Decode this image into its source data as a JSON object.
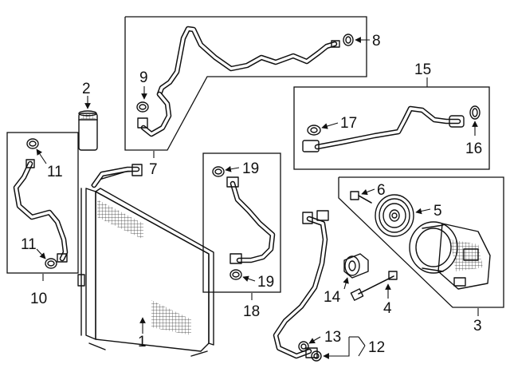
{
  "callouts": [
    {
      "id": "1",
      "label": "1"
    },
    {
      "id": "2",
      "label": "2"
    },
    {
      "id": "3",
      "label": "3"
    },
    {
      "id": "4",
      "label": "4"
    },
    {
      "id": "5",
      "label": "5"
    },
    {
      "id": "6",
      "label": "6"
    },
    {
      "id": "7",
      "label": "7"
    },
    {
      "id": "8",
      "label": "8"
    },
    {
      "id": "9",
      "label": "9"
    },
    {
      "id": "10",
      "label": "10"
    },
    {
      "id": "11a",
      "label": "11"
    },
    {
      "id": "11b",
      "label": "11"
    },
    {
      "id": "12",
      "label": "12"
    },
    {
      "id": "13",
      "label": "13"
    },
    {
      "id": "14",
      "label": "14"
    },
    {
      "id": "15",
      "label": "15"
    },
    {
      "id": "16",
      "label": "16"
    },
    {
      "id": "17",
      "label": "17"
    },
    {
      "id": "18",
      "label": "18"
    },
    {
      "id": "19a",
      "label": "19"
    },
    {
      "id": "19b",
      "label": "19"
    }
  ]
}
